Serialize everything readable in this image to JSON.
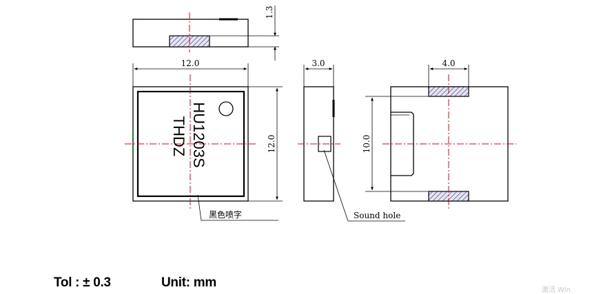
{
  "drawing": {
    "dimensions": {
      "thickness": "1.3",
      "width": "12.0",
      "height": "12.0",
      "depth": "3.0",
      "pad_width": "4.0",
      "pad_spacing": "10.0"
    },
    "marking": {
      "line1": "HU1203S",
      "line2": "THDZ"
    },
    "callouts": {
      "print_note": "黑色喷字",
      "sound_hole": "Sound hole"
    },
    "colors": {
      "centerline": "#d9001b",
      "outline": "#000000",
      "pad_hatch": "#5a5a9a",
      "pad_fill": "#e6e6f0",
      "green_mark": "#00a000"
    }
  },
  "footer": {
    "tolerance": "Tol : ± 0.3",
    "unit": "Unit: mm"
  },
  "watermark": "激活 Win"
}
